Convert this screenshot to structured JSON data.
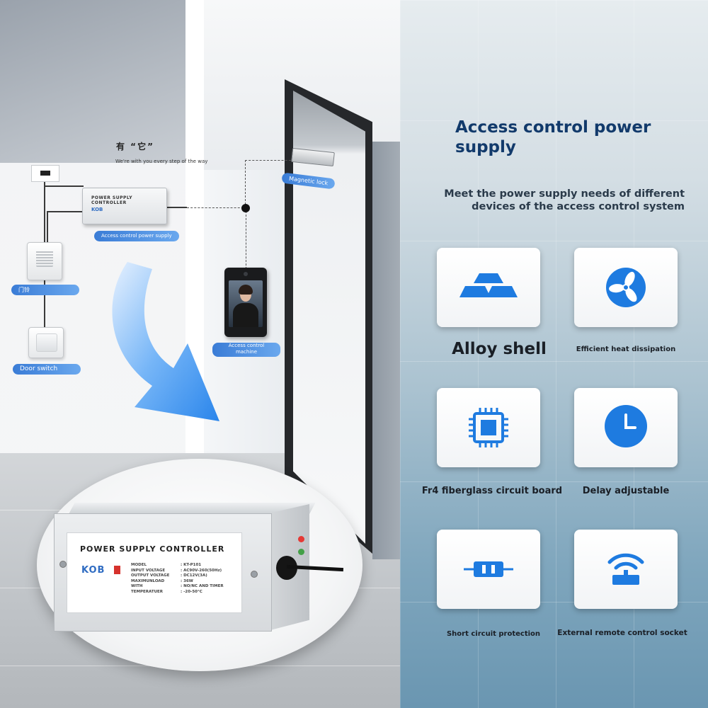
{
  "scene": {
    "slogan": "有 “它”",
    "slogan_sub": "We're with you every step of the way",
    "tag_power_supply": "Access control power supply",
    "tag_magnetic_lock": "Magnetic lock",
    "tag_doorbell": "门铃",
    "tag_door_switch": "Door switch",
    "tag_access_machine": "Access control machine",
    "small_ps_label": "POWER SUPPLY CONTROLLER",
    "small_ps_brand": "KOB"
  },
  "device": {
    "title": "POWER SUPPLY CONTROLLER",
    "brand": "KOB",
    "spec_labels": [
      "MODEL",
      "INPUT VOLTAGE",
      "OUTPUT VOLTAGE",
      "MAXIMUNLOAD",
      "WITH",
      "TEMPERATUER"
    ],
    "spec_values": [
      ": KT-P101",
      ": AC90V-260(50Hz)",
      ": DC12V(3A)",
      ": 36W",
      ": NO/NC AND TIMER",
      ": -20-50°C"
    ]
  },
  "panel": {
    "heading": "Access control power supply",
    "subtitle_line1": "Meet the power supply needs of different",
    "subtitle_line2": "devices of the access control system",
    "features": [
      {
        "label": "Alloy shell",
        "icon": "alloy-ingots-icon"
      },
      {
        "label": "Efficient heat dissipation",
        "icon": "fan-icon"
      },
      {
        "label": "Fr4 fiberglass circuit board",
        "icon": "chip-icon"
      },
      {
        "label": "Delay adjustable",
        "icon": "clock-icon"
      },
      {
        "label": "Short circuit protection",
        "icon": "fuse-icon"
      },
      {
        "label": "External remote control socket",
        "icon": "remote-signal-icon"
      }
    ],
    "accent": "#1e7be0",
    "heading_color": "#123a6b"
  }
}
